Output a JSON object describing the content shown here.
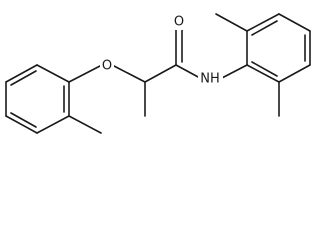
{
  "atoms": {
    "oxygen_carbonyl": "O",
    "oxygen_ether": "O",
    "nitrogen_amide": "NH"
  },
  "colors": {
    "bond": "#1a1a1a",
    "background": "#ffffff"
  }
}
